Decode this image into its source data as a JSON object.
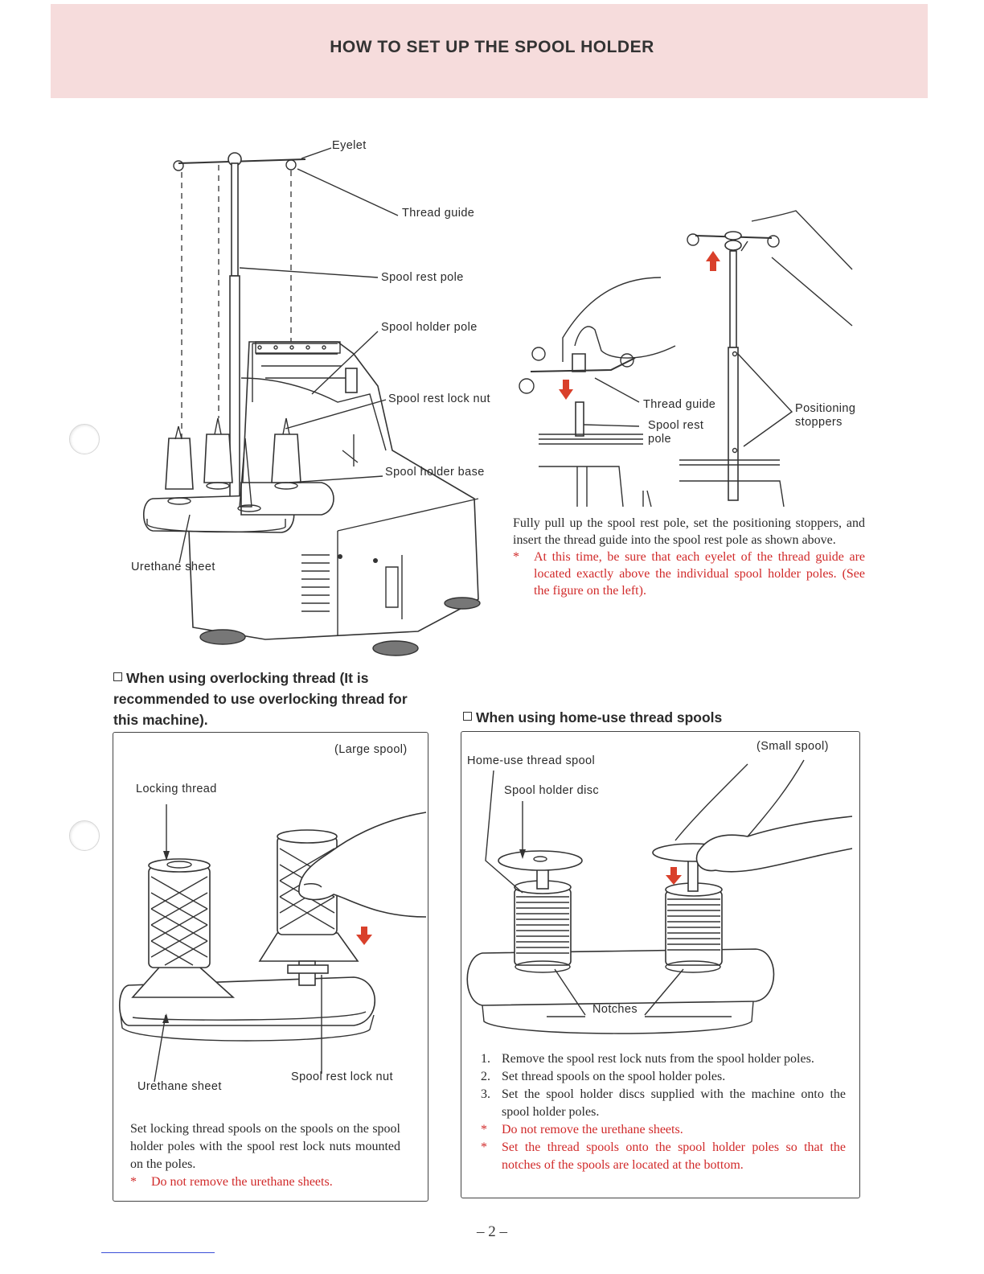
{
  "header": {
    "title": "HOW TO SET UP THE SPOOL HOLDER"
  },
  "figure_top_left": {
    "labels": {
      "eyelet": "Eyelet",
      "thread_guide": "Thread guide",
      "spool_rest_pole": "Spool rest pole",
      "spool_holder_pole": "Spool holder pole",
      "spool_rest_lock_nut": "Spool rest lock nut",
      "spool_holder_base": "Spool holder base",
      "urethane_sheet": "Urethane sheet"
    }
  },
  "figure_top_right": {
    "labels": {
      "thread_guide": "Thread guide",
      "spool_rest_pole_line1": "Spool rest",
      "spool_rest_pole_line2": "pole",
      "positioning_stoppers_line1": "Positioning",
      "positioning_stoppers_line2": "stoppers"
    },
    "text": "Fully pull up the spool rest pole, set the positioning stoppers, and insert the thread guide into the spool rest pole as shown above.",
    "note": "At this time, be sure that each eyelet of the thread guide are located exactly above the individual spool holder poles. (See the figure on the left).",
    "note_mark": "*"
  },
  "section_overlock": {
    "heading": "When using overlocking thread (It is recommended to use overlocking thread for this machine).",
    "box": {
      "corner_label": "(Large spool)",
      "locking_thread": "Locking thread",
      "urethane_sheet": "Urethane sheet",
      "spool_rest_lock_nut": "Spool rest lock nut",
      "text": "Set locking thread spools on the spools on the spool holder poles with the spool rest lock nuts mounted on the poles.",
      "note": "Do not remove the urethane sheets.",
      "note_mark": "*"
    }
  },
  "section_home": {
    "heading": "When using home-use thread spools",
    "box": {
      "corner_label": "(Small spool)",
      "home_use_thread_spool": "Home-use thread spool",
      "spool_holder_disc": "Spool holder disc",
      "notches": "Notches",
      "steps": [
        {
          "n": "1.",
          "text": "Remove the spool rest lock nuts from the spool holder poles."
        },
        {
          "n": "2.",
          "text": "Set thread spools on the spool holder poles."
        },
        {
          "n": "3.",
          "text": "Set the spool holder discs supplied with the machine onto the spool holder poles."
        }
      ],
      "notes": [
        {
          "mark": "*",
          "text": "Do not remove the urethane sheets."
        },
        {
          "mark": "*",
          "text": "Set the thread spools onto the spool holder poles so that the notches of the spools are located at the bottom."
        }
      ]
    }
  },
  "footer": {
    "page_number": "– 2 –"
  },
  "colors": {
    "header_band": "#f6dcdc",
    "note_red": "#d12a2a",
    "arrow_red": "#d9402b",
    "text": "#2a2a2a"
  },
  "icons": {
    "checkbox": "square-outline-icon"
  }
}
